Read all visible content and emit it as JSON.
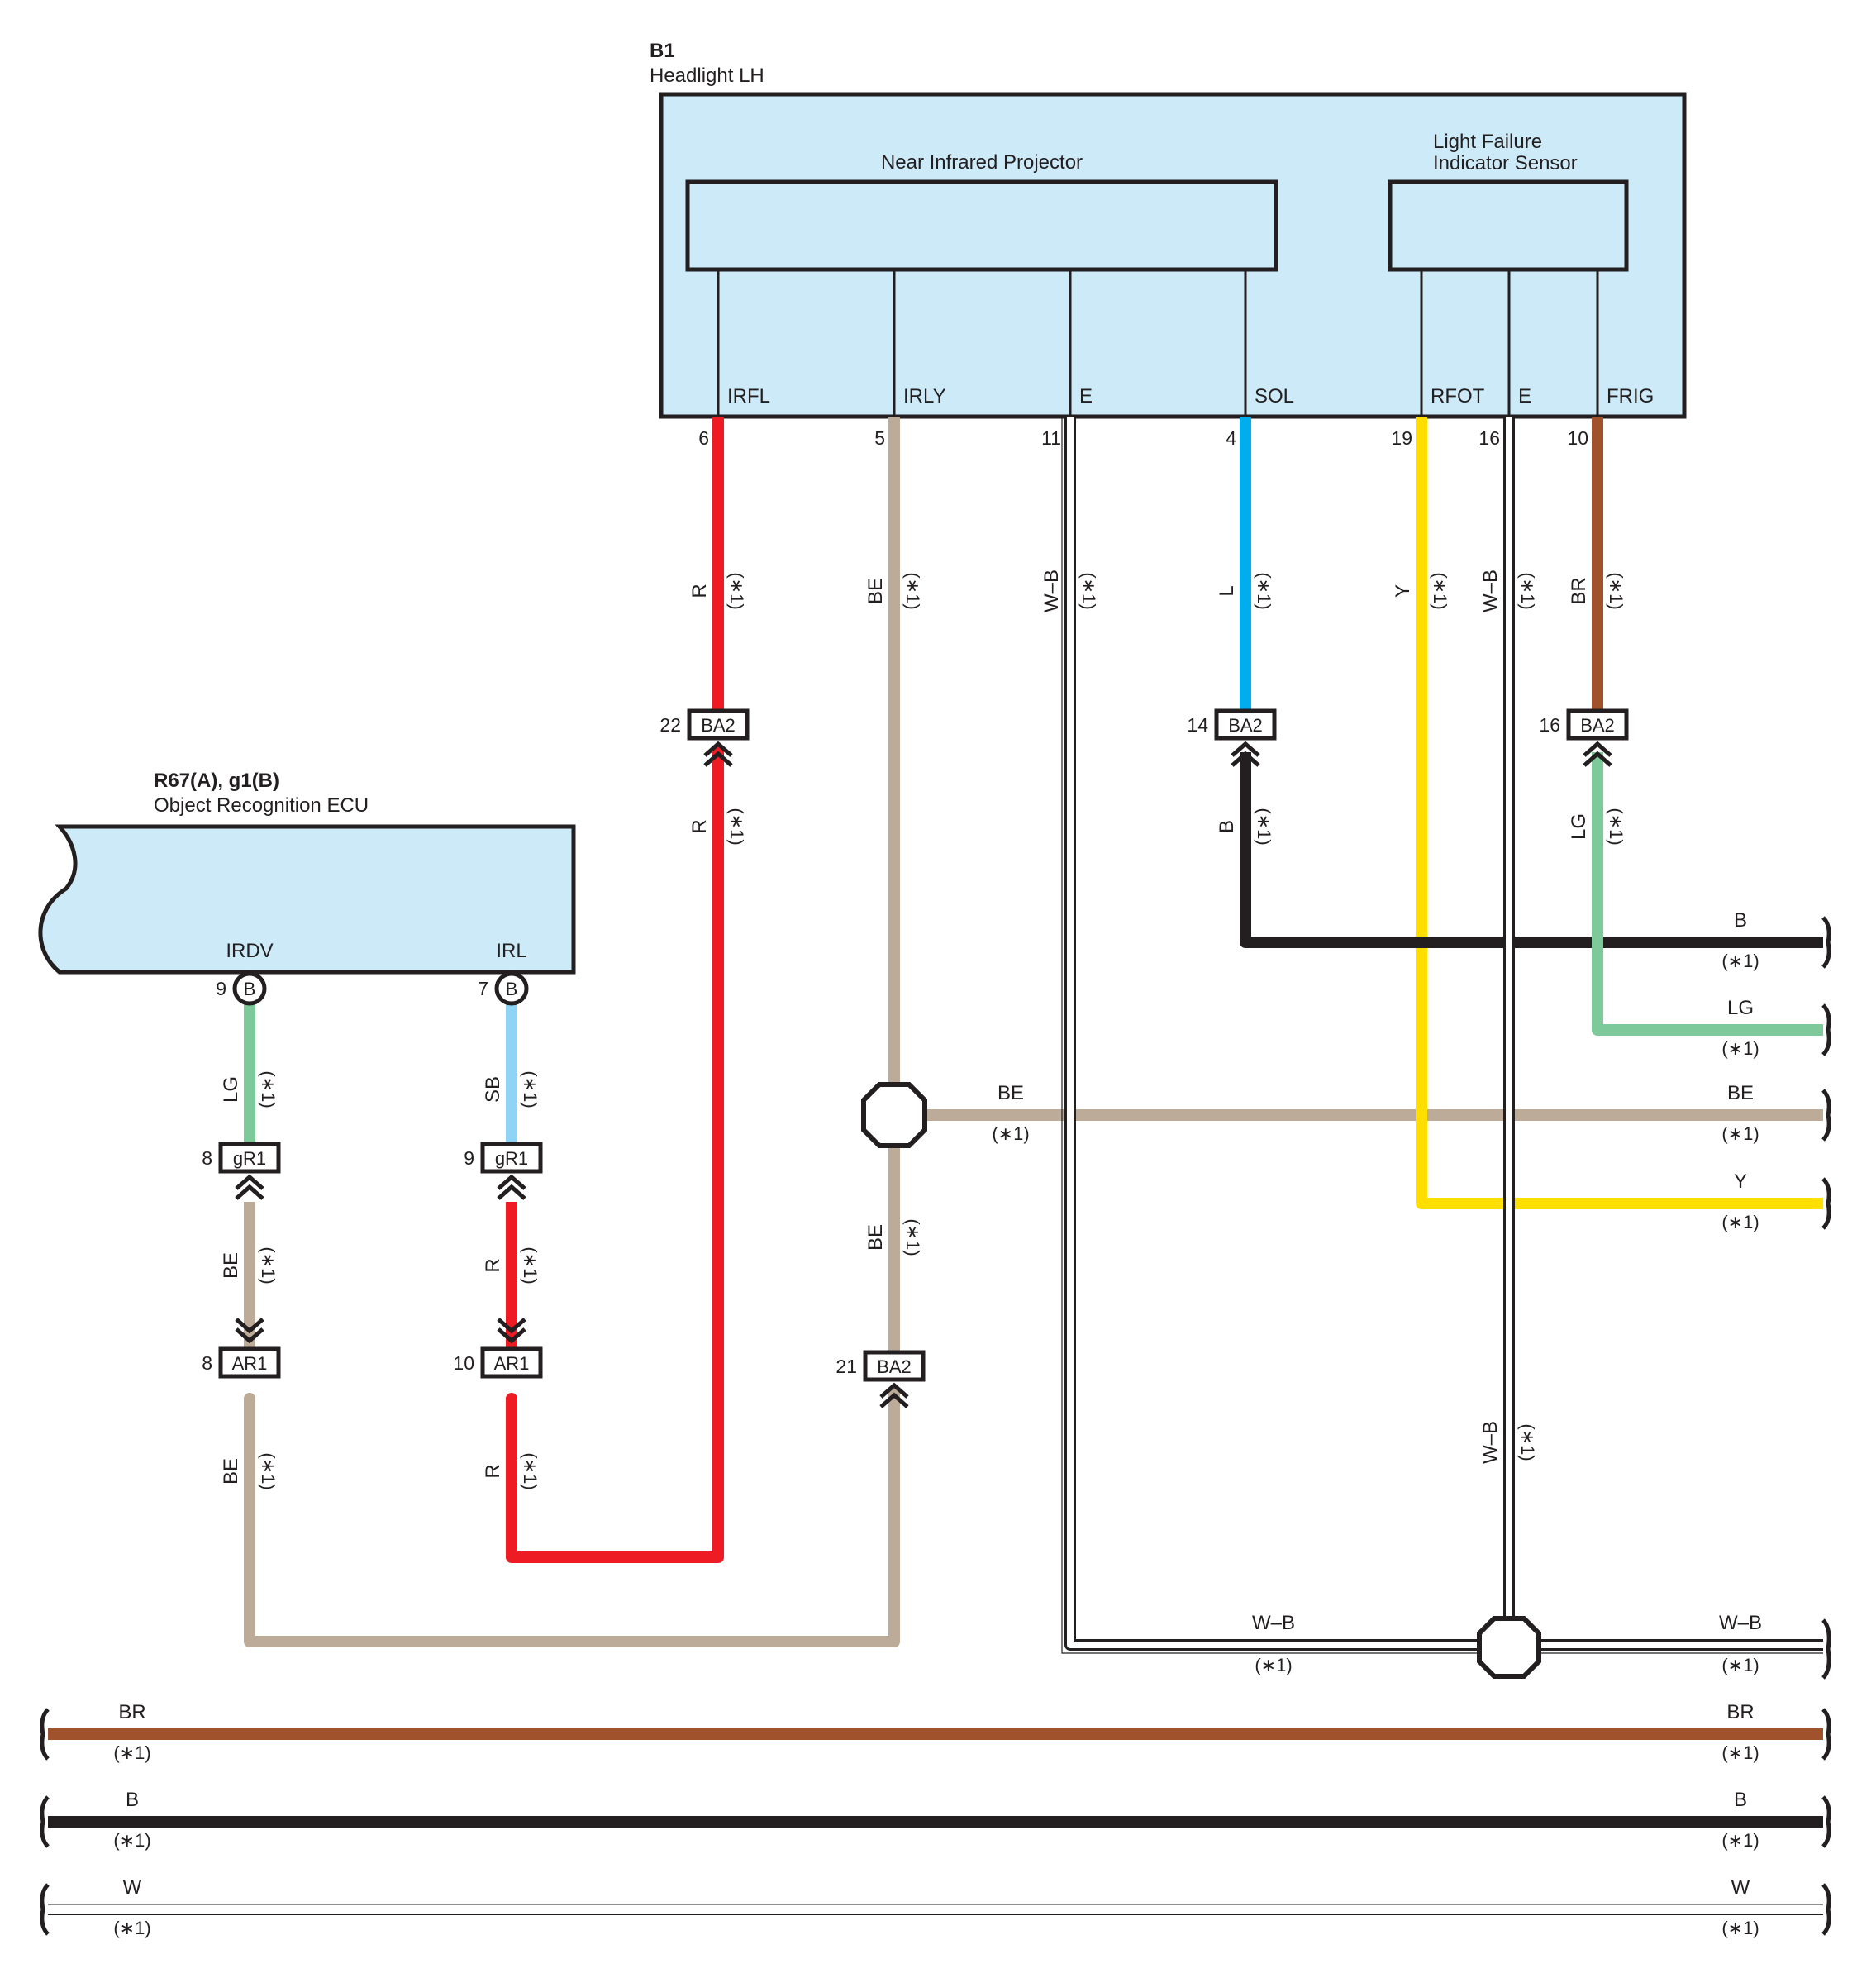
{
  "components": {
    "b1": {
      "code": "B1",
      "name": "Headlight LH",
      "projector": "Near Infrared Projector",
      "sensor_line1": "Light Failure",
      "sensor_line2": "Indicator Sensor",
      "terminals": [
        "IRFL",
        "IRLY",
        "E",
        "SOL",
        "RFOT",
        "E",
        "FRIG"
      ],
      "pins": [
        "6",
        "5",
        "11",
        "4",
        "19",
        "16",
        "10"
      ]
    },
    "ecu": {
      "code": "R67(A), g1(B)",
      "name": "Object Recognition ECU",
      "terminals": [
        "IRDV",
        "IRL"
      ],
      "pins": [
        "9",
        "7"
      ],
      "pin_connector": "B"
    }
  },
  "wires": {
    "r": "R",
    "be": "BE",
    "wb": "W–B",
    "l": "L",
    "y": "Y",
    "br": "BR",
    "b": "B",
    "lg": "LG",
    "sb": "SB",
    "w": "W"
  },
  "note": "(∗1)",
  "connectors": {
    "ba2": "BA2",
    "gr1": "gR1",
    "ar1": "AR1",
    "ba2_irfl_pin": "22",
    "ba2_sol_pin": "14",
    "ba2_frig_pin": "16",
    "ba2_irly_pin": "21",
    "gr1_irdv_pin": "8",
    "gr1_irl_pin": "9",
    "ar1_irdv_pin": "8",
    "ar1_irl_pin": "10"
  },
  "colors": {
    "component_fill": "#cdeaf8",
    "R": "#ed1c24",
    "BE": "#bcab98",
    "L": "#00aeef",
    "Y": "#ffde00",
    "BR": "#a0522d",
    "B": "#231f20",
    "LG": "#7ec99a",
    "SB": "#8fd3f5",
    "W": "#ffffff"
  }
}
